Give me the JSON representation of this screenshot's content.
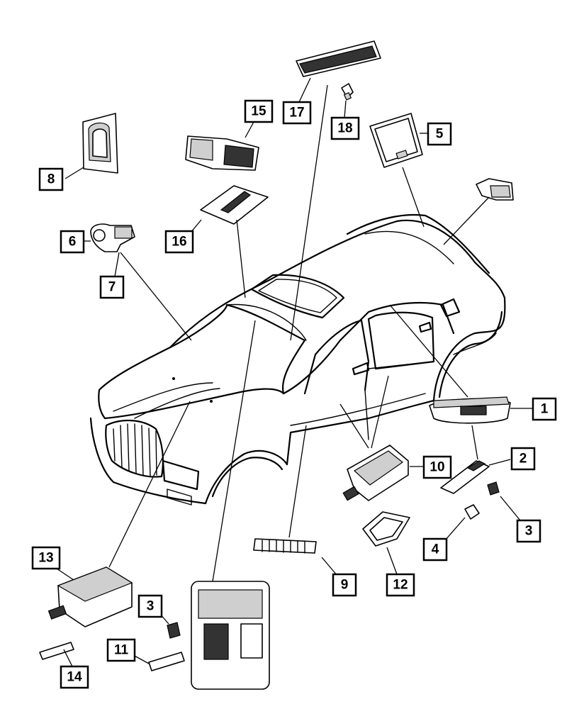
{
  "diagram": {
    "callouts": [
      {
        "label": "1"
      },
      {
        "label": "2"
      },
      {
        "label": "3"
      },
      {
        "label": "3"
      },
      {
        "label": "4"
      },
      {
        "label": "5"
      },
      {
        "label": "6"
      },
      {
        "label": "7"
      },
      {
        "label": "8"
      },
      {
        "label": "9"
      },
      {
        "label": "10"
      },
      {
        "label": "11"
      },
      {
        "label": "12"
      },
      {
        "label": "13"
      },
      {
        "label": "14"
      },
      {
        "label": "15"
      },
      {
        "label": "16"
      },
      {
        "label": "17"
      },
      {
        "label": "18"
      }
    ]
  }
}
